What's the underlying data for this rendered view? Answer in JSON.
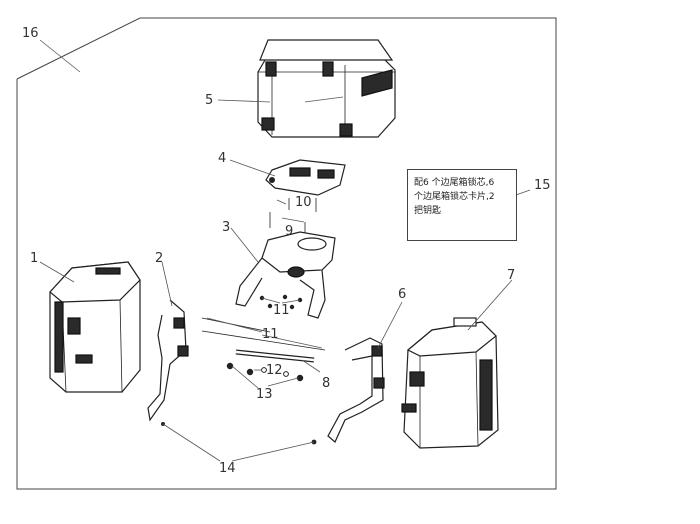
{
  "callouts": {
    "c1": "1",
    "c2": "2",
    "c3": "3",
    "c4": "4",
    "c5": "5",
    "c6": "6",
    "c7": "7",
    "c8": "8",
    "c9": "9",
    "c10": "10",
    "c11a": "11",
    "c11b": "11",
    "c12": "12",
    "c13": "13",
    "c14": "14",
    "c15": "15",
    "c16": "16"
  },
  "note": {
    "line1": "配6 个边尾箱锁芯,6",
    "line2": "个边尾箱锁芯卡片,2",
    "line3": "把钥匙"
  }
}
